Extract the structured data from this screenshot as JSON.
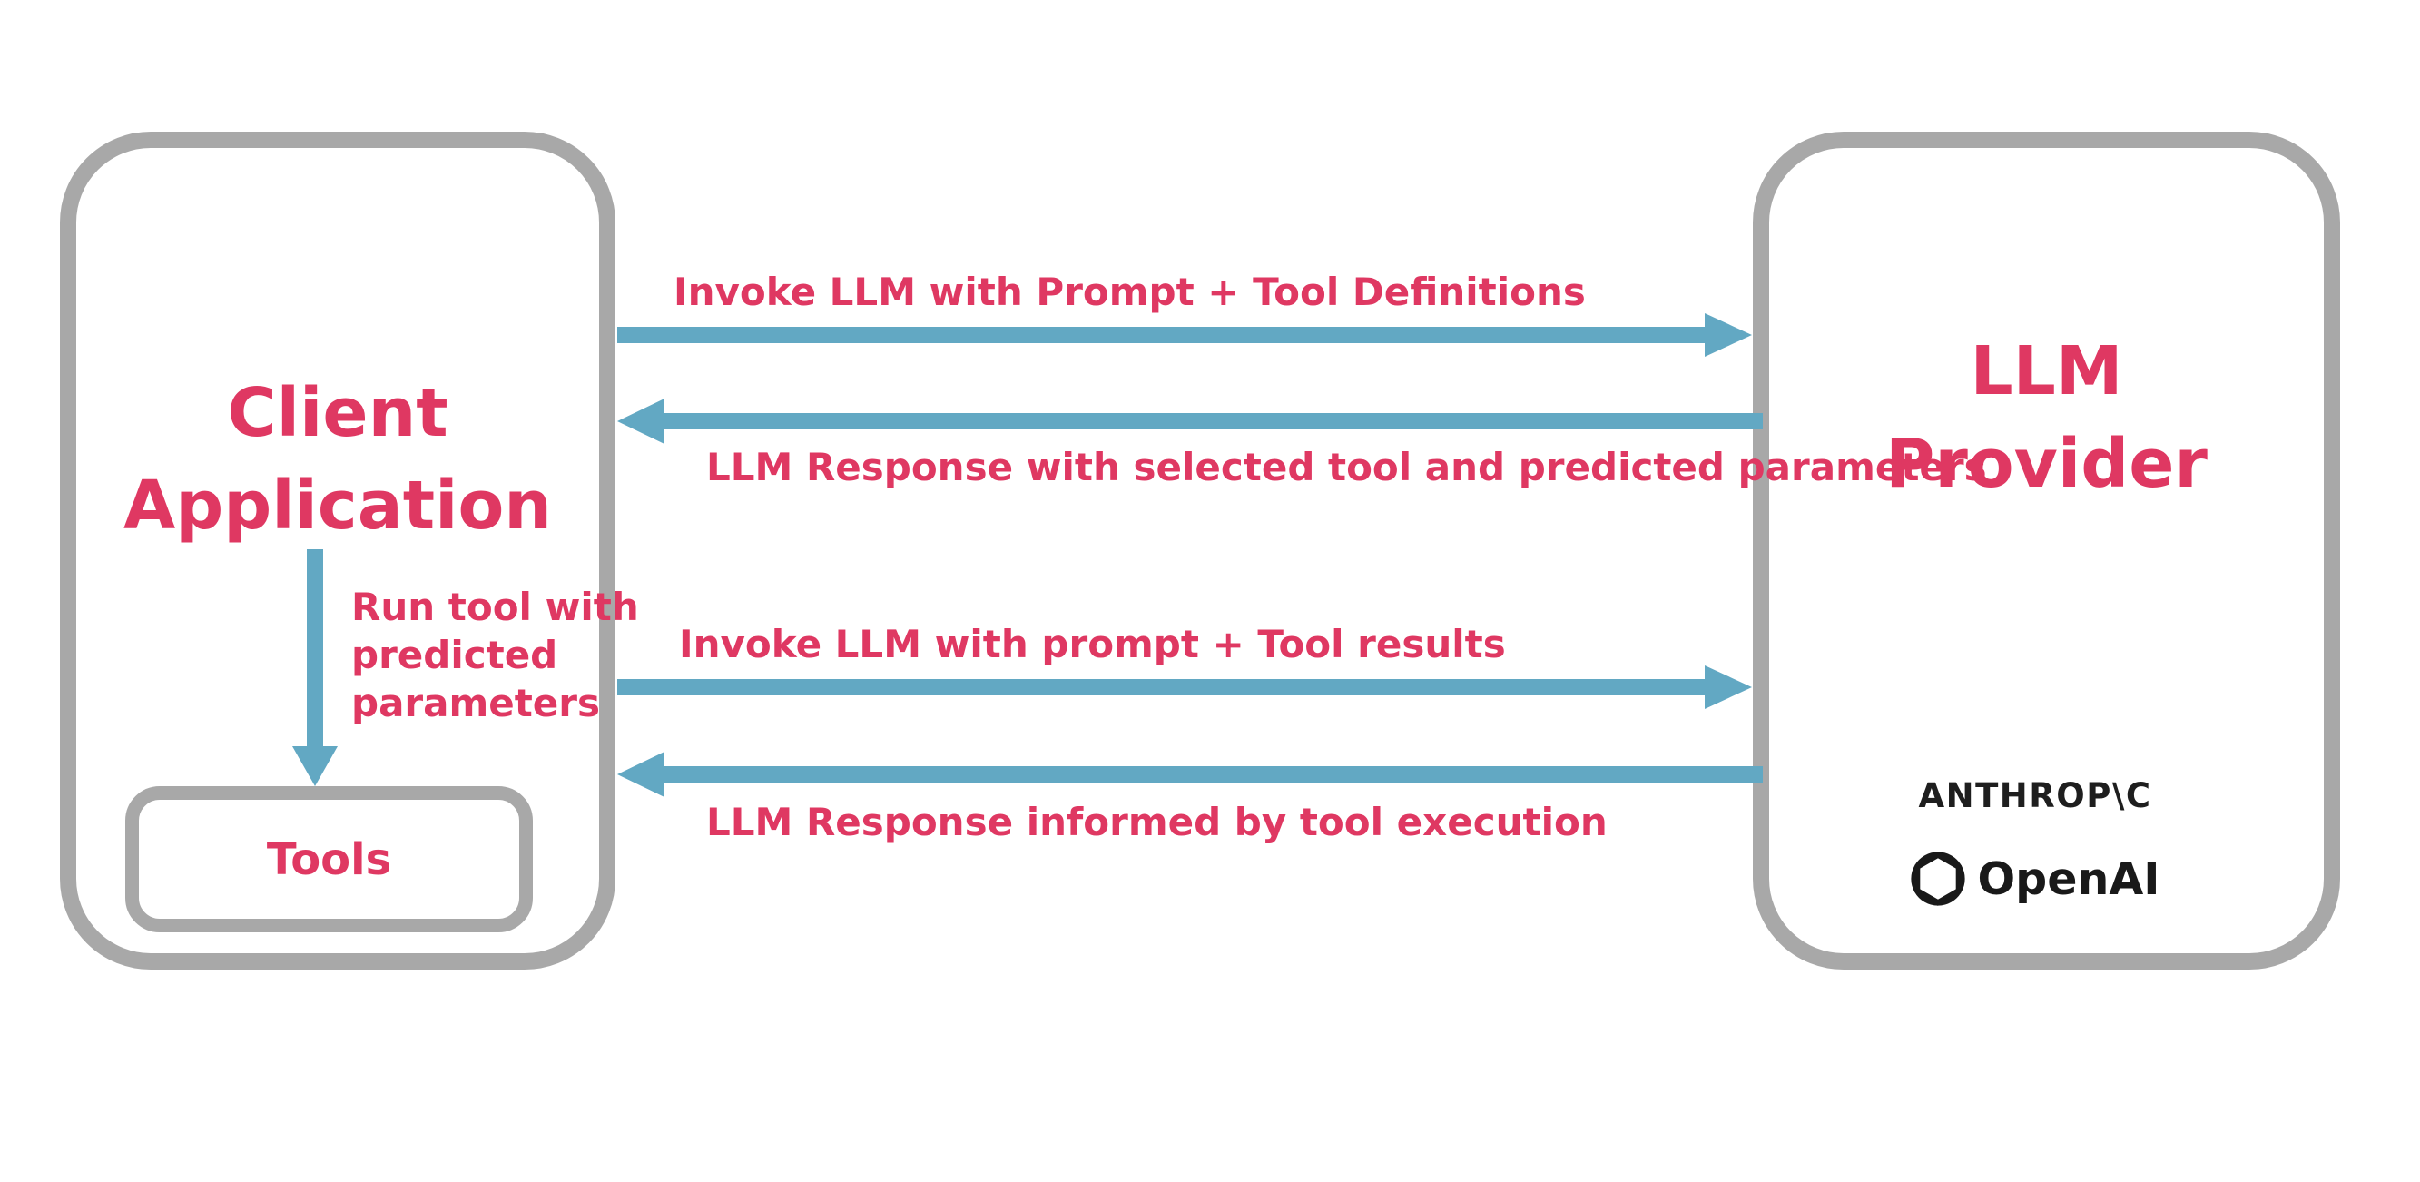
{
  "colors": {
    "accent_pink": "#df3862",
    "arrow_blue": "#62a8c3",
    "border_gray": "#a8a8a8",
    "logo_dark": "#1e1e1e"
  },
  "client_box": {
    "title_line1": "Client",
    "title_line2": "Application",
    "run_tool_label": {
      "line1": "Run tool with",
      "line2": "predicted",
      "line3": "parameters"
    },
    "tools_label": "Tools"
  },
  "provider_box": {
    "title_line1": "LLM",
    "title_line2": "Provider",
    "anthropic_logo_text": "ANTHROP\\C",
    "openai_logo_text": "OpenAI"
  },
  "arrows": [
    {
      "direction": "right",
      "label": "Invoke LLM with Prompt + Tool Definitions"
    },
    {
      "direction": "left",
      "label": "LLM Response with selected tool and predicted parameters"
    },
    {
      "direction": "right",
      "label": "Invoke LLM with prompt + Tool results"
    },
    {
      "direction": "left",
      "label": "LLM Response informed by tool execution"
    }
  ]
}
